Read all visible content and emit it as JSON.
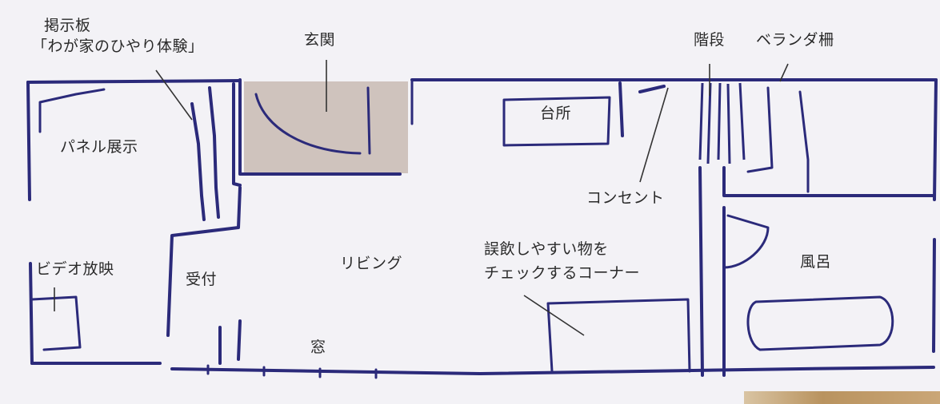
{
  "colors": {
    "wall": "#2b2a7a",
    "entrance_fill": "#cfc3bd",
    "paper": "#f3f2f6",
    "text": "#2a2a2a"
  },
  "labels": {
    "notice_board": "掲示板",
    "notice_board_sub": "「わが家のひやり体験」",
    "entrance": "玄関",
    "stairs": "階段",
    "veranda_fence": "ベランダ柵",
    "panel_display": "パネル展示",
    "kitchen": "台所",
    "outlet": "コンセント",
    "living": "リビング",
    "swallow_corner_line1": "誤飲しやすい物を",
    "swallow_corner_line2": "チェックするコーナー",
    "bath": "風呂",
    "video": "ビデオ放映",
    "reception": "受付",
    "window": "窓"
  }
}
